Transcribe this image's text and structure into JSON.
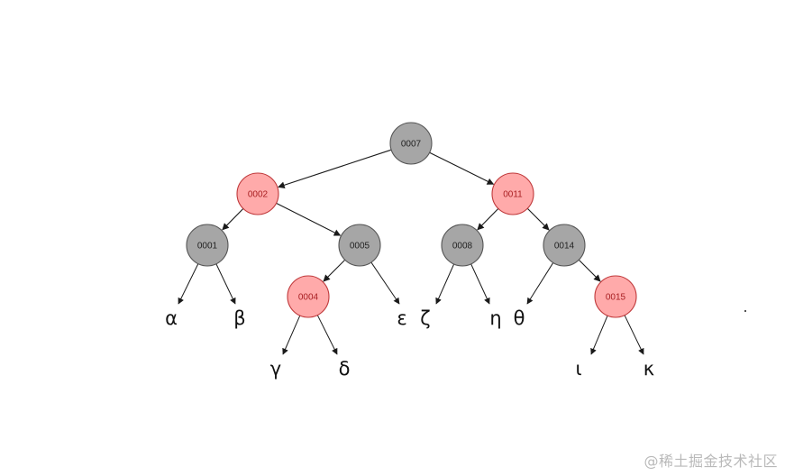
{
  "colors": {
    "black_fill": "#a6a6a6",
    "black_stroke": "#555555",
    "black_text": "#222222",
    "red_fill": "#ffaaaa",
    "red_stroke": "#c0393b",
    "red_text": "#a81f22",
    "edge": "#1a1a1a"
  },
  "nodes": [
    {
      "id": "0007",
      "color": "black"
    },
    {
      "id": "0002",
      "color": "red"
    },
    {
      "id": "0011",
      "color": "red"
    },
    {
      "id": "0001",
      "color": "black"
    },
    {
      "id": "0005",
      "color": "black"
    },
    {
      "id": "0008",
      "color": "black"
    },
    {
      "id": "0014",
      "color": "black"
    },
    {
      "id": "0004",
      "color": "red"
    },
    {
      "id": "0015",
      "color": "red"
    }
  ],
  "edges": [
    {
      "from": "0007",
      "to": "0002"
    },
    {
      "from": "0007",
      "to": "0011"
    },
    {
      "from": "0002",
      "to": "0001"
    },
    {
      "from": "0002",
      "to": "0005"
    },
    {
      "from": "0011",
      "to": "0008"
    },
    {
      "from": "0011",
      "to": "0014"
    },
    {
      "from": "0005",
      "to": "0004"
    },
    {
      "from": "0014",
      "to": "0015"
    }
  ],
  "leaves": [
    {
      "label": "α",
      "parent": "0001"
    },
    {
      "label": "β",
      "parent": "0001"
    },
    {
      "label": "γ",
      "parent": "0004"
    },
    {
      "label": "δ",
      "parent": "0004"
    },
    {
      "label": "ε",
      "parent": "0005"
    },
    {
      "label": "ζ",
      "parent": "0008"
    },
    {
      "label": "η",
      "parent": "0008"
    },
    {
      "label": "θ",
      "parent": "0014"
    },
    {
      "label": "ι",
      "parent": "0015"
    },
    {
      "label": "κ",
      "parent": "0015"
    }
  ],
  "watermark": "@稀土掘金技术社区"
}
